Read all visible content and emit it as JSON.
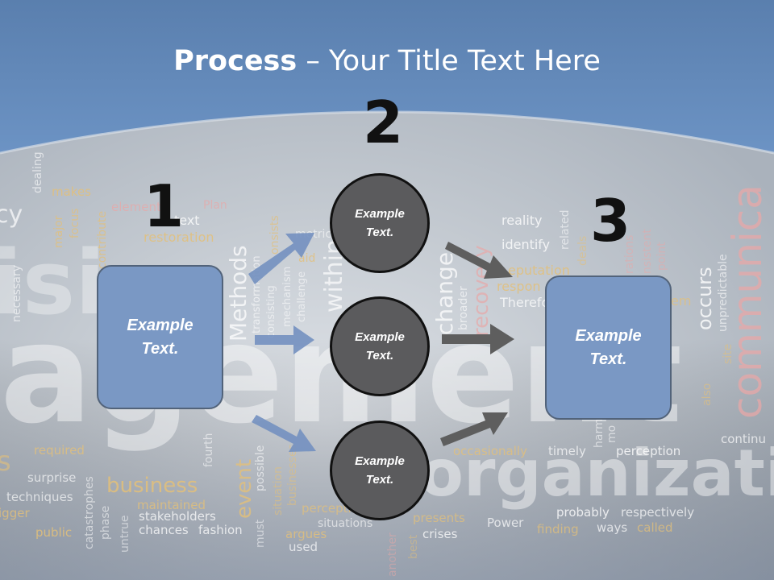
{
  "slide": {
    "title_bold": "Process",
    "title_rest": " – Your Title Text Here",
    "step_numbers": [
      "1",
      "2",
      "3"
    ],
    "boxes": [
      {
        "line1": "Example",
        "line2": "Text."
      },
      {
        "line1": "Example",
        "line2": "Text."
      }
    ],
    "circles": [
      {
        "line1": "Example",
        "line2": "Text."
      },
      {
        "line1": "Example",
        "line2": "Text."
      },
      {
        "line1": "Example",
        "line2": "Text."
      }
    ]
  },
  "background_words": [
    "cy",
    "makes",
    "elements",
    "text",
    "Plan",
    "restoration",
    "dealing",
    "major",
    "focus",
    "contribute",
    "necessary",
    "isi",
    "Methods",
    "transformation",
    "consisting",
    "mechanism",
    "challenge",
    "onsists",
    "metric",
    "aid",
    "within",
    "change",
    "broader",
    "recovery",
    "reality",
    "identify",
    "related",
    "deals",
    "rations",
    "nsistent",
    "point",
    "eputation",
    "respon",
    "Therefor",
    "em",
    "occurs",
    "unpredictable",
    "site",
    "communica",
    "agement",
    "also",
    "required",
    "surprise",
    "techniques",
    "igger",
    "public",
    "catastrophes",
    "phase",
    "untrue",
    "maintained",
    "business",
    "stakeholders",
    "chances",
    "fashion",
    "event",
    "fourth",
    "possible",
    "must",
    "situation",
    "businesses",
    "perception",
    "argues",
    "used",
    "situations",
    "presents",
    "crises",
    "another",
    "best",
    "Power",
    "occasionally",
    "timely",
    "perception",
    "probably",
    "respectively",
    "finding",
    "ways",
    "called",
    "harm",
    "mo",
    "organizatio",
    "continu",
    "s"
  ],
  "colors": {
    "banner": "#5a80b0",
    "box_fill": "#7a98c4",
    "box_border": "#52637a",
    "circle_fill": "#5b5b5d",
    "circle_border": "#111111",
    "arrow_blue": "#7390c0",
    "arrow_gray": "#5e5e5e"
  }
}
